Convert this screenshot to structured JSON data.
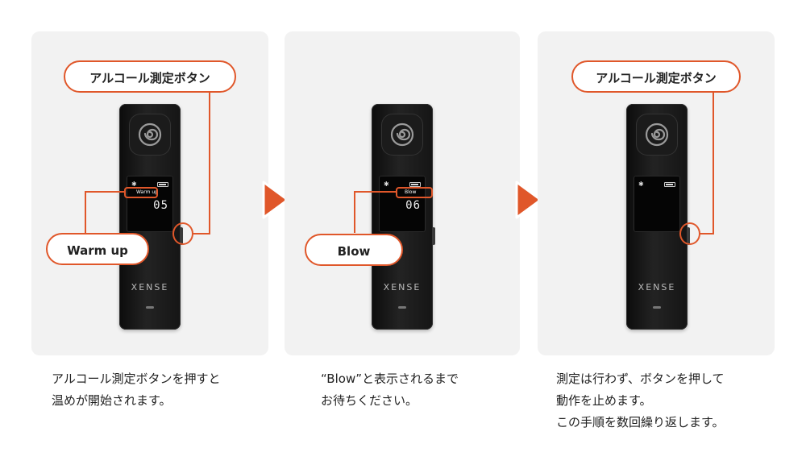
{
  "accent_color": "#e0572a",
  "steps": [
    {
      "button_label": "アルコール測定ボタン",
      "state_label": "Warm up",
      "screen_text": "Warm up",
      "screen_number": "05",
      "brand": "XENSE",
      "caption": [
        "アルコール測定ボタンを押すと",
        "温めが開始されます。"
      ]
    },
    {
      "state_label": "Blow",
      "screen_text": "Blow",
      "screen_number": "06",
      "brand": "XENSE",
      "caption": [
        "“Blow”と表示されるまで",
        "お待ちください。"
      ]
    },
    {
      "button_label": "アルコール測定ボタン",
      "brand": "XENSE",
      "caption": [
        "測定は行わず、ボタンを押して",
        "動作を止めます。",
        "この手順を数回繰り返します。"
      ]
    }
  ],
  "icons": [
    "spiral-icon",
    "bluetooth-icon",
    "battery-icon",
    "play-arrow-icon"
  ]
}
